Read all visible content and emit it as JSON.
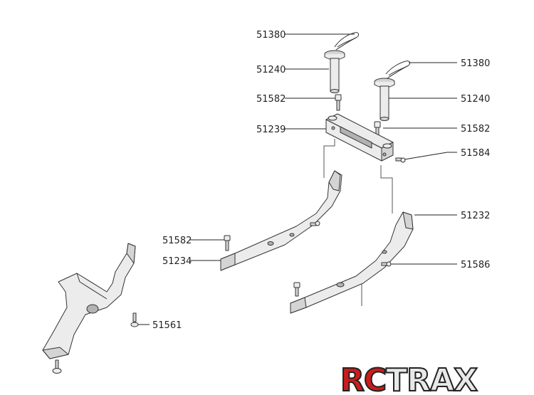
{
  "labels": {
    "pin_clip_upper_left": "51380",
    "pin_upper_left": "51240",
    "screw_left_bridge": "51582",
    "bridge": "51239",
    "pin_clip_upper_right": "51380",
    "pin_upper_right": "51240",
    "screw_right_bridge": "51582",
    "screw_small_bridge": "51584",
    "right_arm": "51232",
    "screw_left_arm": "51582",
    "left_arm": "51234",
    "screw_right_arm": "51586",
    "screw_bracket": "51561"
  },
  "logo": {
    "text": "RCTRAX",
    "colors": {
      "rc": "#cc1b1b",
      "trax": "#e8e8e8",
      "outline": "#222222"
    }
  }
}
